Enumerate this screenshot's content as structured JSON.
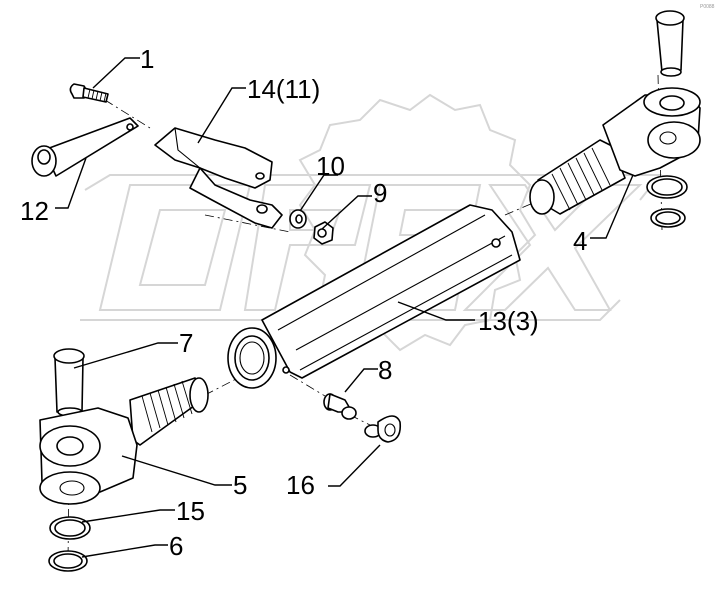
{
  "corner_mark": "P0088",
  "callouts": [
    {
      "id": "1",
      "label": "1"
    },
    {
      "id": "14",
      "label": "14(11)"
    },
    {
      "id": "10",
      "label": "10"
    },
    {
      "id": "9",
      "label": "9"
    },
    {
      "id": "12",
      "label": "12"
    },
    {
      "id": "4",
      "label": "4"
    },
    {
      "id": "13",
      "label": "13(3)"
    },
    {
      "id": "7",
      "label": "7"
    },
    {
      "id": "8",
      "label": "8"
    },
    {
      "id": "5",
      "label": "5"
    },
    {
      "id": "16",
      "label": "16"
    },
    {
      "id": "15",
      "label": "15"
    },
    {
      "id": "6",
      "label": "6"
    }
  ]
}
